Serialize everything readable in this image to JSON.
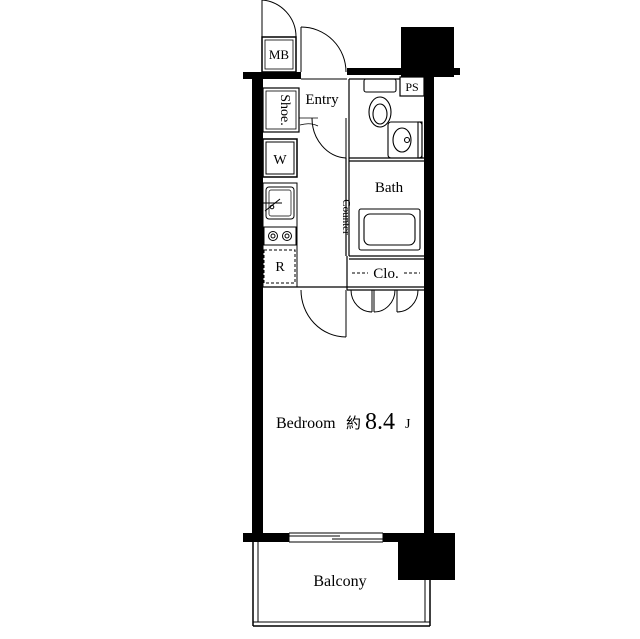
{
  "floorplan": {
    "colors": {
      "wall": "#000000",
      "line": "#000000",
      "fixture": "#555555",
      "background": "#ffffff"
    },
    "rooms": {
      "mb": "MB",
      "ps": "PS",
      "shoe": "Shoe.",
      "entry": "Entry",
      "washer": "W",
      "counter": "Counter",
      "bath": "Bath",
      "fridge": "R",
      "closet": "Clo.",
      "bedroom": "Bedroom",
      "bedroom_size_prefix": "約",
      "bedroom_size_value": "8.4",
      "bedroom_size_unit": "J",
      "balcony": "Balcony"
    },
    "icons": [
      "toilet-icon",
      "washbasin-icon",
      "bathtub-icon",
      "sink-icon",
      "gas-stove-icon",
      "door-swing-icon",
      "window-icon",
      "column-icon"
    ]
  }
}
